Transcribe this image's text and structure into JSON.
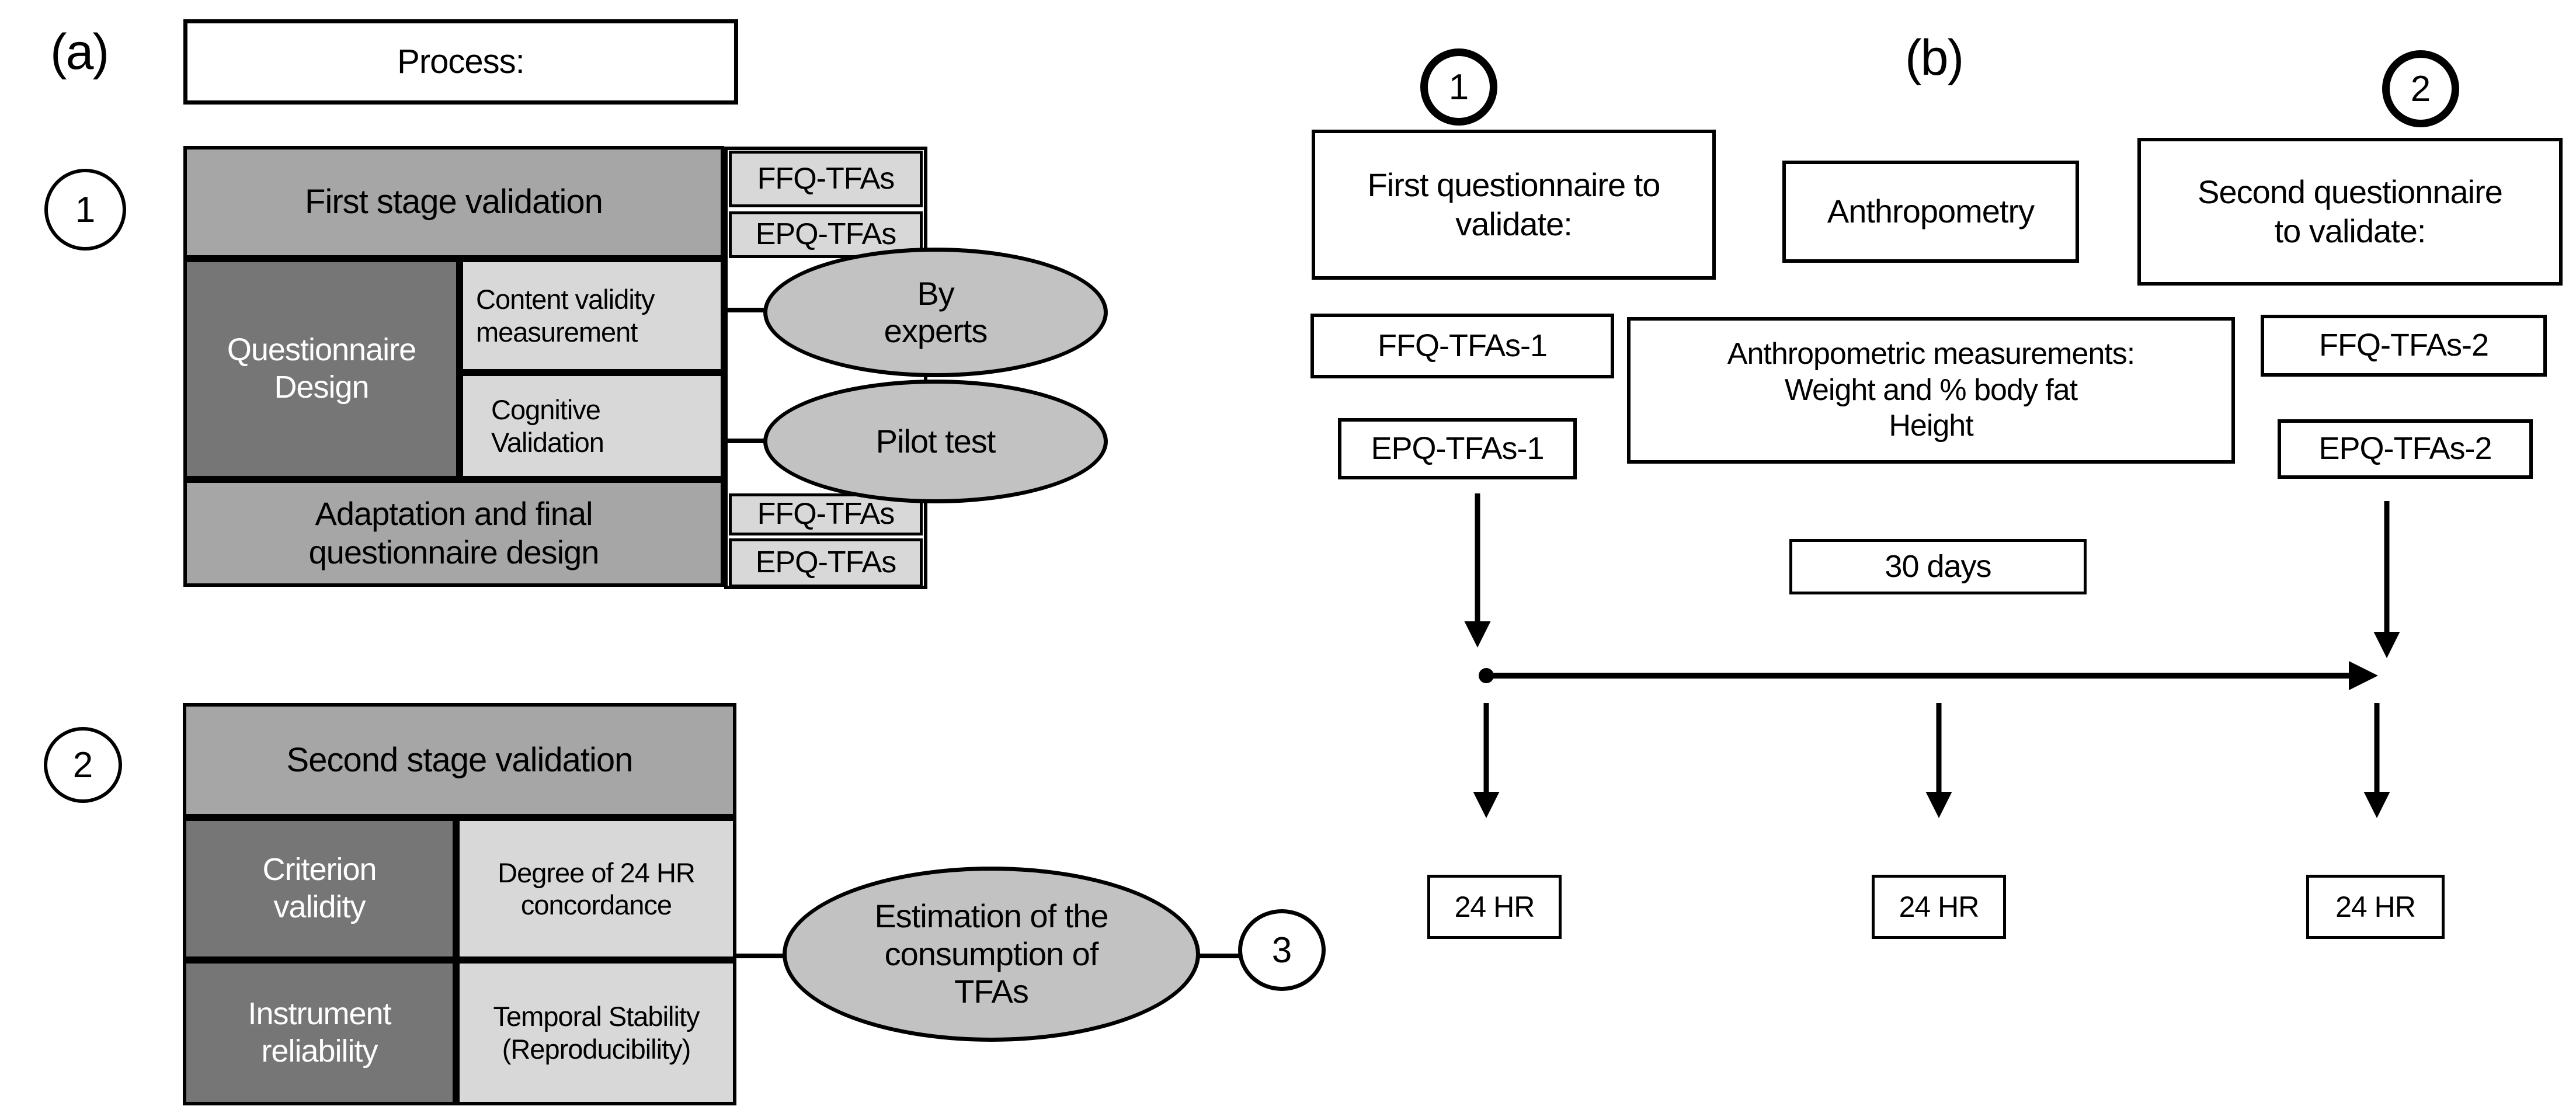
{
  "colors": {
    "ink": "#000000",
    "paper": "#ffffff",
    "mid": "#a6a6a6",
    "dark": "#767676",
    "light": "#d8d8d8",
    "oval": "#c2c2c2"
  },
  "panel_a": {
    "label": "(a)",
    "process_label": "Process:",
    "badge1": "1",
    "badge2": "2",
    "badge3": "3",
    "table1": {
      "header": "First stage validation",
      "header_outputs": [
        "FFQ-TFAs",
        "EPQ-TFAs"
      ],
      "design_lines": [
        "Questionnaire",
        "Design"
      ],
      "content_validity_lines": [
        "Content validity",
        "measurement"
      ],
      "cognitive_lines": [
        "Cognitive",
        "Validation"
      ],
      "adaptation_lines": [
        "Adaptation and final",
        "questionnaire design"
      ],
      "footer_outputs": [
        "FFQ-TFAs",
        "EPQ-TFAs"
      ]
    },
    "ellipse_experts_lines": [
      "By",
      "experts"
    ],
    "ellipse_pilot": "Pilot test",
    "table2": {
      "header": "Second stage validation",
      "row1_label_lines": [
        "Criterion",
        "validity"
      ],
      "row1_cell_lines": [
        "Degree of 24 HR",
        "concordance"
      ],
      "row2_label_lines": [
        "Instrument",
        "reliability"
      ],
      "row2_cell_lines": [
        "Temporal Stability",
        "(Reproducibility)"
      ]
    },
    "ellipse_estimation_lines": [
      "Estimation of the",
      "consumption of",
      "TFAs"
    ]
  },
  "panel_b": {
    "label": "(b)",
    "badge1": "1",
    "badge2": "2",
    "first_questionnaire_lines": [
      "First questionnaire to",
      "validate:"
    ],
    "anthropometry": "Anthropometry",
    "second_questionnaire_lines": [
      "Second questionnaire",
      "to validate:"
    ],
    "ffq1": "FFQ-TFAs-1",
    "epq1": "EPQ-TFAs-1",
    "anthropometric_lines": [
      "Anthropometric measurements:",
      "Weight and % body fat",
      "Height"
    ],
    "ffq2": "FFQ-TFAs-2",
    "epq2": "EPQ-TFAs-2",
    "days30": "30 days",
    "recall1": "24 HR",
    "recall2": "24 HR",
    "recall3": "24 HR"
  }
}
